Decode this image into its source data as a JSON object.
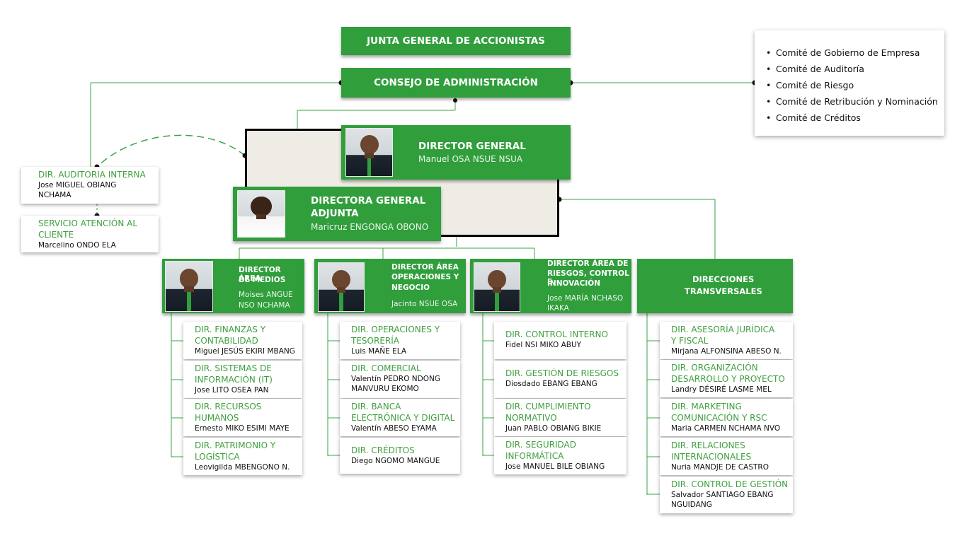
{
  "top": {
    "junta": "JUNTA GENERAL DE ACCIONISTAS",
    "consejo": "CONSEJO DE ADMINISTRACIÓN"
  },
  "committees": [
    "Comité de Gobierno de Empresa",
    "Comité de Auditoría",
    "Comité de Riesgo",
    "Comité de Retribución y Nominación",
    "Comité de Créditos"
  ],
  "director_general": {
    "title": "DIRECTOR GENERAL",
    "name": "Manuel OSA NSUE NSUA"
  },
  "directora_adjunta": {
    "title_line1": "DIRECTORA GENERAL",
    "title_line2": "ADJUNTA",
    "name": "Maricruz ENGONGA OBONO"
  },
  "left_units": [
    {
      "title_lines": [
        "DIR. AUDITORIA INTERNA"
      ],
      "name_lines": [
        "Jose MIGUEL  OBIANG",
        "NCHAMA"
      ]
    },
    {
      "title_lines": [
        "SERVICIO ATENCIÓN AL",
        "CLIENTE"
      ],
      "name_lines": [
        "Marcelino ONDO  ELA"
      ]
    }
  ],
  "areas": [
    {
      "title_lines": [
        "DIRECTOR ÁREA",
        "DE MEDIOS"
      ],
      "name_lines": [
        "Moises ANGUE",
        "NSO NCHAMA"
      ],
      "units": [
        {
          "title_lines": [
            "DIR. FINANZAS Y",
            "CONTABILIDAD"
          ],
          "name_lines": [
            "Miguel JESÚS  EKIRI MBANG"
          ]
        },
        {
          "title_lines": [
            "DIR. SISTEMAS DE",
            "INFORMACIÓN (IT)"
          ],
          "name_lines": [
            "Jose LITO OSEA PAN"
          ]
        },
        {
          "title_lines": [
            "DIR. RECURSOS",
            "HUMANOS"
          ],
          "name_lines": [
            "Ernesto MIKO ESIMI  MAYE"
          ]
        },
        {
          "title_lines": [
            "DIR. PATRIMONIO Y",
            "LOGÍSTICA"
          ],
          "name_lines": [
            "Leovigilda MBENGONO  N."
          ]
        }
      ]
    },
    {
      "title_lines": [
        "DIRECTOR ÁREA",
        "OPERACIONES Y",
        "NEGOCIO"
      ],
      "name_lines": [
        "Jacinto NSUE  OSA"
      ],
      "units": [
        {
          "title_lines": [
            "DIR. OPERACIONES Y",
            "TESORERÍA"
          ],
          "name_lines": [
            "Luis MAÑE ELA"
          ]
        },
        {
          "title_lines": [
            "DIR. COMERCIAL"
          ],
          "name_lines": [
            "Valentín PEDRO  NDONG",
            "MANVURU  EKOMO"
          ]
        },
        {
          "title_lines": [
            "DIR. BANCA",
            "ELECTRÓNICA Y DIGITAL"
          ],
          "name_lines": [
            "Valentín ABESO  EYAMA"
          ]
        },
        {
          "title_lines": [
            "DIR. CRÉDITOS"
          ],
          "name_lines": [
            "Diego NGOMO  MANGUE"
          ]
        }
      ]
    },
    {
      "title_lines": [
        "DIRECTOR ÁREA  DE",
        "RIESGOS, CONTROL E",
        "INNOVACIÓN"
      ],
      "name_lines": [
        "Jose MARÍA  NCHASO",
        "IKAKA"
      ],
      "units": [
        {
          "title_lines": [
            "DIR. CONTROL INTERNO"
          ],
          "name_lines": [
            "Fidel NSI  MIKO  ABUY"
          ]
        },
        {
          "title_lines": [
            "DIR. GESTIÓN DE RIESGOS"
          ],
          "name_lines": [
            "Diosdado EBANG  EBANG"
          ]
        },
        {
          "title_lines": [
            "DIR. CUMPLIMIENTO",
            "NORMATIVO"
          ],
          "name_lines": [
            "Juan PABLO  OBIANG  BIKIE"
          ]
        },
        {
          "title_lines": [
            "DIR. SEGURIDAD",
            "INFORMÁTICA"
          ],
          "name_lines": [
            "Jose MANUEL  BILE OBIANG"
          ]
        }
      ]
    },
    {
      "title_lines": [
        "DIRECCIONES",
        "TRANSVERSALES"
      ],
      "name_lines": [],
      "units": [
        {
          "title_lines": [
            "DIR. ASESORÍA JURÍDICA",
            "Y FISCAL"
          ],
          "name_lines": [
            "Mirjana ALFONSINA  ABESO N."
          ]
        },
        {
          "title_lines": [
            "DIR. ORGANIZACIÓN",
            "DESARROLLO Y PROYECTO"
          ],
          "name_lines": [
            "Landry DÉSIRÉ  LASME MEL"
          ]
        },
        {
          "title_lines": [
            "DIR. MARKETING",
            "COMUNICACIÓN Y RSC"
          ],
          "name_lines": [
            "Maria CARMEN  NCHAMA NVO"
          ]
        },
        {
          "title_lines": [
            "DIR. RELACIONES",
            "INTERNACIONALES"
          ],
          "name_lines": [
            "Nuria MANDJE DE CASTRO"
          ]
        },
        {
          "title_lines": [
            "DIR. CONTROL DE GESTIÓN"
          ],
          "name_lines": [
            "Salvador SANTIAGO EBANG",
            "NGUIDANG"
          ]
        }
      ]
    }
  ]
}
